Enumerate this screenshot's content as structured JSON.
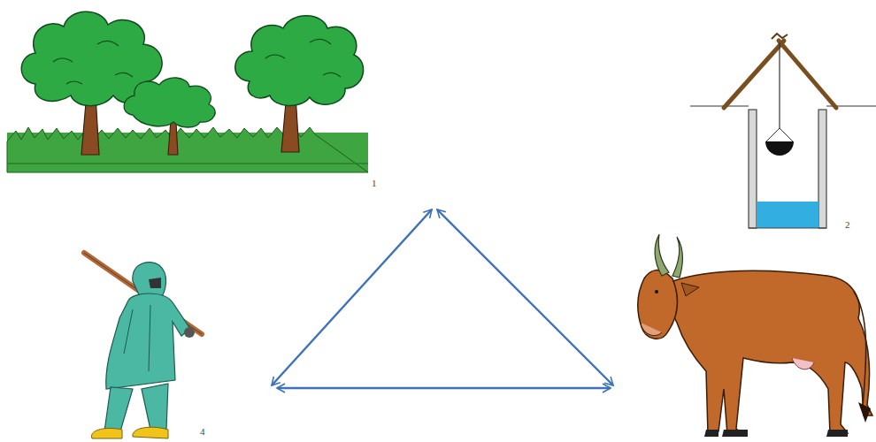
{
  "diagram": {
    "labels": [
      "1",
      "2",
      "4"
    ]
  }
}
